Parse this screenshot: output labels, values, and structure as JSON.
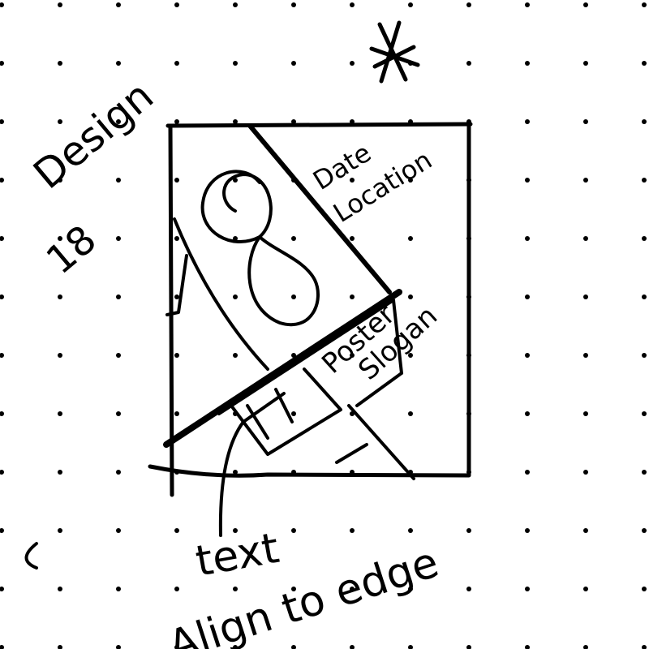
{
  "colors": {
    "ink": "#000000",
    "paper": "#ffffff"
  },
  "annotations": {
    "design_label": "Design",
    "design_number": "18",
    "date_location": "Date Location",
    "date_word": "Date",
    "location_word": "Location",
    "poster_slogan": "Poster Slogan",
    "poster_word": "Poster",
    "slogan_word": "Slogan",
    "text_label": "text",
    "align_to_edge": "Align to edge",
    "star_icon": "asterisk-star-icon"
  }
}
